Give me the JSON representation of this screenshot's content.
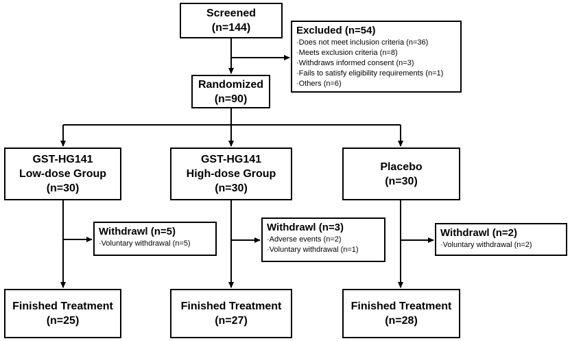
{
  "screened": {
    "title": "Screened",
    "count": "(n=144)"
  },
  "excluded": {
    "title": "Excluded (n=54)",
    "items": [
      "·Does not meet inclusion criteria (n=36)",
      "·Meets exclusion criteria (n=8)",
      "·Withdraws informed consent (n=3)",
      "·Fails to satisfy eligibility requirements (n=1)",
      "·Others (n=6)"
    ]
  },
  "randomized": {
    "title": "Randomized",
    "count": "(n=90)"
  },
  "groups": [
    {
      "name_line1": "GST-HG141",
      "name_line2": "Low-dose Group",
      "count": "(n=30)",
      "withdrawal": {
        "title": "Withdrawl (n=5)",
        "items": [
          "·Voluntary withdrawal (n=5)"
        ]
      },
      "finished": {
        "title": "Finished Treatment",
        "count": "(n=25)"
      }
    },
    {
      "name_line1": "GST-HG141",
      "name_line2": "High-dose Group",
      "count": "(n=30)",
      "withdrawal": {
        "title": "Withdrawl (n=3)",
        "items": [
          "·Adverse events (n=2)",
          "·Voluntary withdrawal (n=1)"
        ]
      },
      "finished": {
        "title": "Finished Treatment",
        "count": "(n=27)"
      }
    },
    {
      "name_line1": "Placebo",
      "count": "(n=30)",
      "withdrawal": {
        "title": "Withdrawl (n=2)",
        "items": [
          "·Voluntary withdrawal (n=2)"
        ]
      },
      "finished": {
        "title": "Finished Treatment",
        "count": "(n=28)"
      }
    }
  ]
}
